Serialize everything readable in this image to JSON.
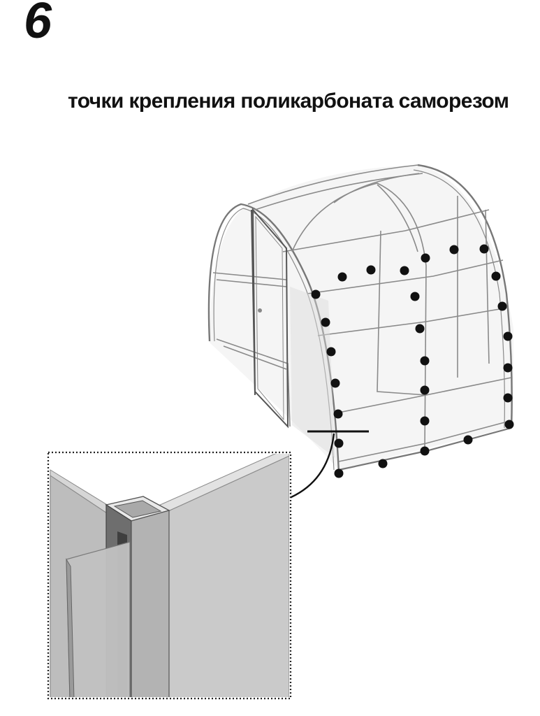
{
  "step": {
    "number": "6"
  },
  "caption": {
    "text": "точки крепления поликарбоната саморезом"
  },
  "colors": {
    "frame": "#8a8a8a",
    "panel": "#cfcfcf",
    "dot": "#111111",
    "detail_fill": "#c8c8c8",
    "detail_dark": "#5c5c5c"
  },
  "icons": {
    "fastening_point": "black-dot",
    "callout_arrow": "curved-arrow"
  }
}
